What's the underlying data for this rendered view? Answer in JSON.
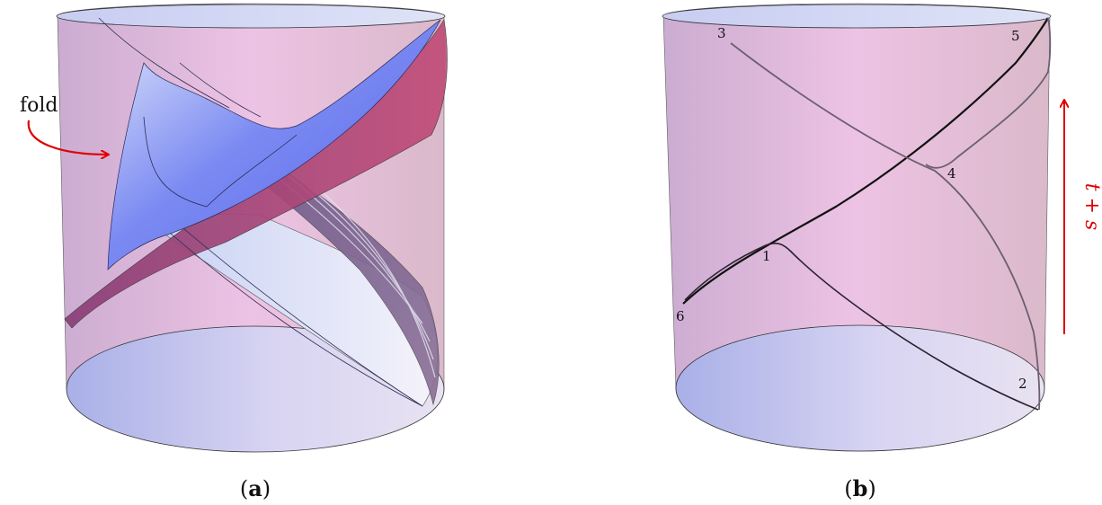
{
  "panels": [
    {
      "caption_letter": "a",
      "annotations": {
        "fold_label": "fold"
      }
    },
    {
      "caption_letter": "b",
      "points": [
        "1",
        "2",
        "3",
        "4",
        "5",
        "6"
      ],
      "axis_label": "t + s"
    }
  ],
  "colors": {
    "cylinder_pink": "#e6b8d6",
    "disc_blue": "#aab0ea",
    "surface_blue": "#6f7ff0",
    "surface_magenta": "#b0457c",
    "arrow_red": "#e00000"
  }
}
